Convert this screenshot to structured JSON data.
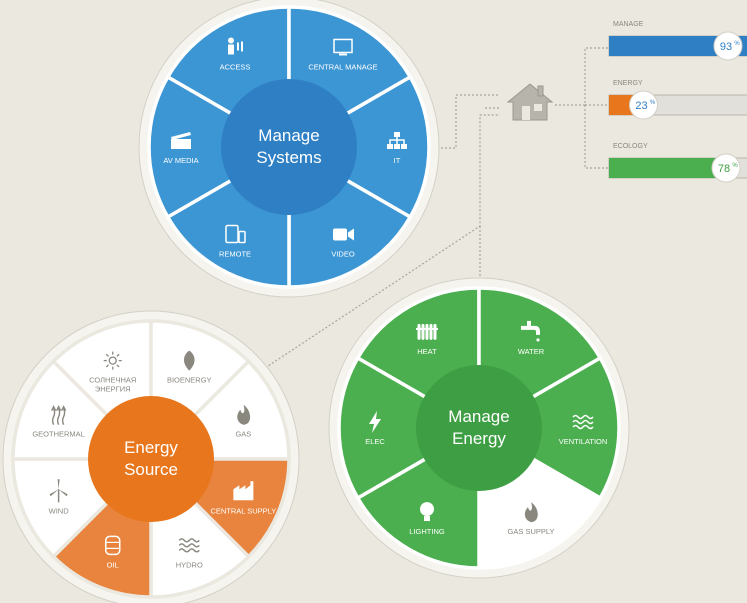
{
  "manage_systems": {
    "title_line1": "Manage",
    "title_line2": "Systems",
    "color": "#3d96d4",
    "center_color": "#2f7fc4",
    "segments": [
      {
        "label": "ACCESS",
        "icon": "person-access-icon"
      },
      {
        "label": "CENTRAL MANAGE",
        "icon": "monitor-icon"
      },
      {
        "label": "IT",
        "icon": "network-icon"
      },
      {
        "label": "VIDEO",
        "icon": "video-camera-icon"
      },
      {
        "label": "REMOTE",
        "icon": "tablet-phone-icon"
      },
      {
        "label": "AV MEDIA",
        "icon": "clapperboard-icon"
      }
    ]
  },
  "energy_source": {
    "title_line1": "Energy",
    "title_line2": "Source",
    "color": "#ffffff",
    "highlight_color": "#e8843d",
    "center_color": "#e8761c",
    "segments": [
      {
        "label": "СОЛНЕЧНАЯ",
        "label2": "ЭНЕРГИЯ",
        "icon": "sun-icon",
        "active": false
      },
      {
        "label": "BIOENERGY",
        "icon": "leaf-icon",
        "active": false
      },
      {
        "label": "GAS",
        "icon": "flame-icon",
        "active": false
      },
      {
        "label": "CENTRAL SUPPLY",
        "icon": "factory-icon",
        "active": true
      },
      {
        "label": "HYDRO",
        "icon": "waves-icon",
        "active": false
      },
      {
        "label": "OIL",
        "icon": "barrel-icon",
        "active": true
      },
      {
        "label": "WIND",
        "icon": "wind-turbine-icon",
        "active": false
      },
      {
        "label": "GEOTHERMAL",
        "icon": "heat-arrows-icon",
        "active": false
      }
    ]
  },
  "manage_energy": {
    "title_line1": "Manage",
    "title_line2": "Energy",
    "color": "#4caf4f",
    "center_color": "#3e9e43",
    "segments": [
      {
        "label": "HEAT",
        "icon": "radiator-icon",
        "active": true
      },
      {
        "label": "WATER",
        "icon": "faucet-icon",
        "active": true
      },
      {
        "label": "VENTILATION",
        "icon": "air-waves-icon",
        "active": true
      },
      {
        "label": "GAS SUPPLY",
        "icon": "flame-icon",
        "active": false
      },
      {
        "label": "LIGHTING",
        "icon": "bulb-icon",
        "active": true
      },
      {
        "label": "ELEC",
        "icon": "lightning-icon",
        "active": true
      }
    ]
  },
  "hub": {
    "icon": "house-icon"
  },
  "bars": [
    {
      "label": "MANAGE",
      "value": 93,
      "unit": "%",
      "color": "#2f7fc4",
      "text_color": "#2f7fc4"
    },
    {
      "label": "ENERGY",
      "value": 23,
      "unit": "%",
      "color": "#e8761c",
      "text_color": "#2f7fc4"
    },
    {
      "label": "ECOLOGY",
      "value": 78,
      "unit": "%",
      "color": "#4caf4f",
      "text_color": "#3e9e43"
    }
  ]
}
